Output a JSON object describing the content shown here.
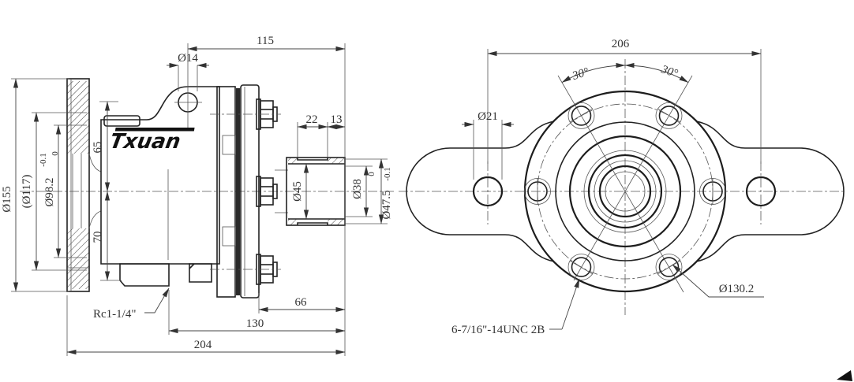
{
  "drawing": {
    "logo_text": "Txuan",
    "colors": {
      "line": "#222222",
      "thin_line": "#555555",
      "dim_text": "#333333",
      "background": "#ffffff"
    },
    "left_view": {
      "dims": {
        "width_115": "115",
        "hole_phi14": "Ø14",
        "groove_22": "22",
        "groove_13": "13",
        "flange_phi155": "Ø155",
        "flange_phi117": "(Ø117)",
        "spigot_phi98": "Ø98.2",
        "spigot_tol_upper": "0",
        "spigot_tol_lower": "-0.1",
        "height_65": "65",
        "height_70": "70",
        "shaft_phi45": "Ø45",
        "bore_phi38": "Ø38",
        "shaft_phi475": "Ø47.5",
        "shaft_tol_upper": "0",
        "shaft_tol_lower": "-0.1",
        "port_thread": "Rc1-1/4\"",
        "length_66": "66",
        "length_130": "130",
        "length_204": "204"
      }
    },
    "right_view": {
      "dims": {
        "span_206": "206",
        "angle_left": "30°",
        "angle_right": "30°",
        "ear_hole_phi21": "Ø21",
        "bolt_circle_phi130": "Ø130.2",
        "bolt_thread": "6-7/16\"-14UNC 2B"
      }
    }
  }
}
